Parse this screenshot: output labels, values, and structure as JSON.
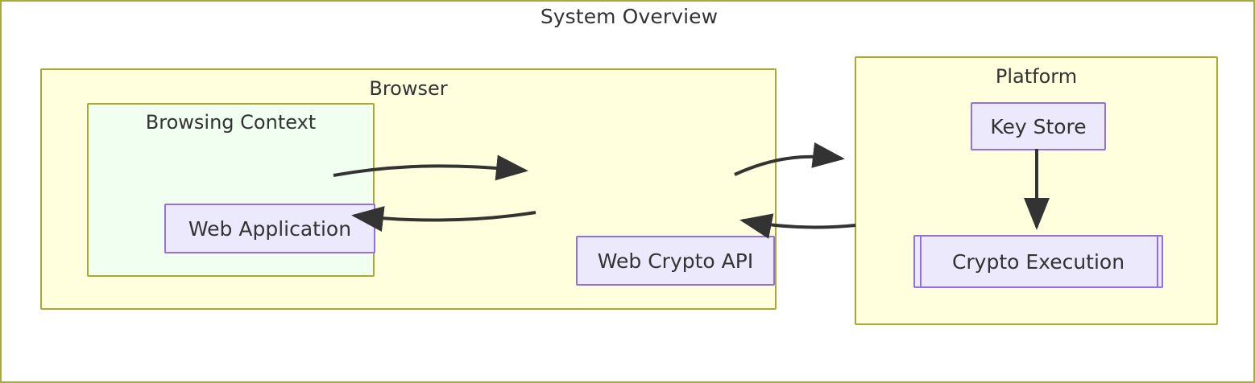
{
  "diagram": {
    "title": "System Overview",
    "type": "flowchart",
    "direction": "left-to-right",
    "colors": {
      "page_border": "#a9a846",
      "cluster_border": "#aaaa33",
      "cluster_fill_yellow": "#ffffde",
      "cluster_fill_green": "#f0fff0",
      "node_fill": "#ece9fc",
      "node_border": "#9370db",
      "edge_stroke": "#333333",
      "text": "#333333"
    }
  },
  "clusters": [
    {
      "id": "browser",
      "label": "Browser",
      "fill": "#ffffde"
    },
    {
      "id": "browsing_context",
      "label": "Browsing Context",
      "fill": "#f0fff0",
      "parent": "browser"
    },
    {
      "id": "platform",
      "label": "Platform",
      "fill": "#ffffde"
    }
  ],
  "nodes": [
    {
      "id": "web_application",
      "label": "Web Application",
      "shape": "rect",
      "cluster": "browsing_context"
    },
    {
      "id": "web_crypto_api",
      "label": "Web Crypto API",
      "shape": "rect",
      "cluster": "browser"
    },
    {
      "id": "key_store",
      "label": "Key Store",
      "shape": "rect",
      "cluster": "platform"
    },
    {
      "id": "crypto_execution",
      "label": "Crypto Execution",
      "shape": "subroutine",
      "cluster": "platform"
    }
  ],
  "edges": [
    {
      "id": "e1",
      "from": "web_application",
      "to": "web_crypto_api",
      "style": "curved",
      "arrow": "end",
      "label": ""
    },
    {
      "id": "e2",
      "from": "web_crypto_api",
      "to": "web_application",
      "style": "curved",
      "arrow": "end",
      "label": ""
    },
    {
      "id": "e3",
      "from": "web_crypto_api",
      "to": "platform",
      "style": "curved",
      "arrow": "end",
      "label": ""
    },
    {
      "id": "e4",
      "from": "platform",
      "to": "web_crypto_api",
      "style": "curved",
      "arrow": "end",
      "label": ""
    },
    {
      "id": "e5",
      "from": "key_store",
      "to": "crypto_execution",
      "style": "straight",
      "arrow": "end",
      "label": ""
    }
  ]
}
